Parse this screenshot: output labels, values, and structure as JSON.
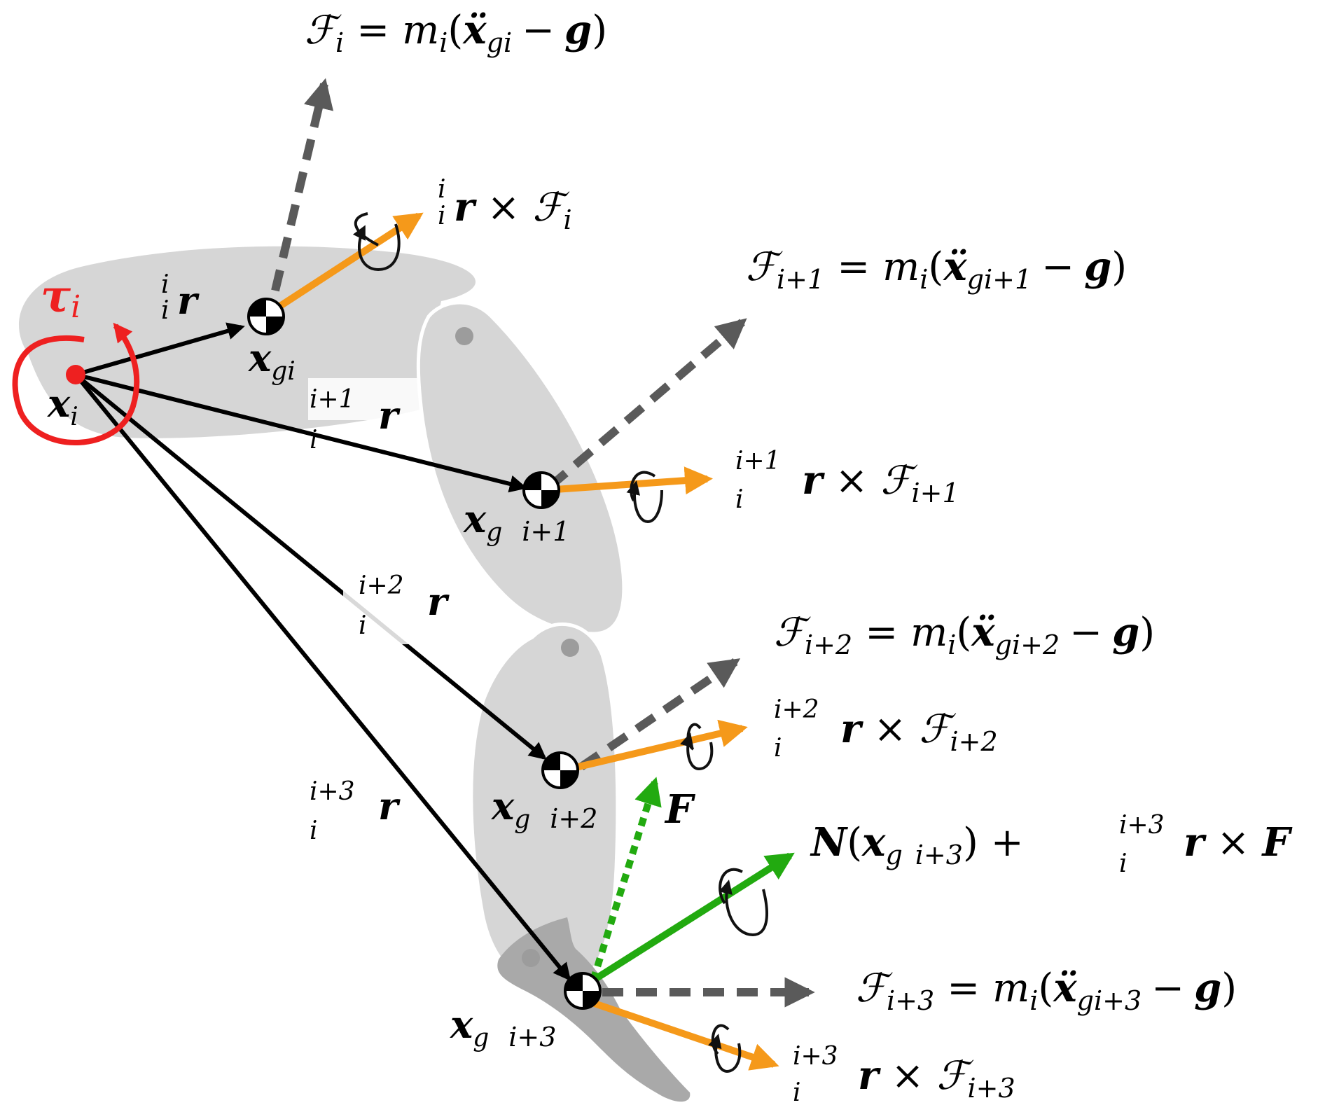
{
  "colors": {
    "segment_fill": "#d6d6d6",
    "segment_dark": "#a9a9a9",
    "pivot": "#9c9c9c",
    "position_vector": "#000000",
    "force_vector": "#5a5a5a",
    "moment_vector": "#f5991a",
    "applied_force": "#22aa10",
    "torque": "#ee2020"
  },
  "torque": {
    "symbol": "τ",
    "sub": "i"
  },
  "origin": {
    "symbol": "x",
    "sub": "i"
  },
  "com": [
    {
      "symbol": "x",
      "sub": "gi"
    },
    {
      "symbol": "x",
      "sub": "g",
      "index": "i+1"
    },
    {
      "symbol": "x",
      "sub": "g",
      "index": "i+2"
    },
    {
      "symbol": "x",
      "sub": "g",
      "index": "i+3"
    }
  ],
  "r": [
    {
      "sup": "i",
      "sub": "i",
      "symbol": "r"
    },
    {
      "sup": "i+1",
      "sub": "i",
      "symbol": "r"
    },
    {
      "sup": "i+2",
      "sub": "i",
      "symbol": "r"
    },
    {
      "sup": "i+3",
      "sub": "i",
      "symbol": "r"
    }
  ],
  "forces": [
    {
      "lhs": "ℱ",
      "lhs_sub": "i",
      "eq": "=",
      "m": "m",
      "m_sub": "i",
      "open": "(",
      "x": "ẍ",
      "x_sub": "gi",
      "minus": "−",
      "g": "g",
      "close": ")"
    },
    {
      "lhs": "ℱ",
      "lhs_sub": "i+1",
      "eq": "=",
      "m": "m",
      "m_sub": "i",
      "open": "(",
      "x": "ẍ",
      "x_sub": "gi+1",
      "minus": "−",
      "g": "g",
      "close": ")"
    },
    {
      "lhs": "ℱ",
      "lhs_sub": "i+2",
      "eq": "=",
      "m": "m",
      "m_sub": "i",
      "open": "(",
      "x": "ẍ",
      "x_sub": "gi+2",
      "minus": "−",
      "g": "g",
      "close": ")"
    },
    {
      "lhs": "ℱ",
      "lhs_sub": "i+3",
      "eq": "=",
      "m": "m",
      "m_sub": "i",
      "open": "(",
      "x": "ẍ",
      "x_sub": "gi+3",
      "minus": "−",
      "g": "g",
      "close": ")"
    }
  ],
  "moments": [
    {
      "sup": "i",
      "sub": "i",
      "r": "r",
      "times": "×",
      "F": "ℱ",
      "F_sub": "i"
    },
    {
      "sup": "i+1",
      "sub": "i",
      "r": "r",
      "times": "×",
      "F": "ℱ",
      "F_sub": "i+1"
    },
    {
      "sup": "i+2",
      "sub": "i",
      "r": "r",
      "times": "×",
      "F": "ℱ",
      "F_sub": "i+2"
    },
    {
      "sup": "i+3",
      "sub": "i",
      "r": "r",
      "times": "×",
      "F": "ℱ",
      "F_sub": "i+3"
    }
  ],
  "applied": {
    "F": "F",
    "N": "N",
    "open": "(",
    "x": "x",
    "x_sub": "g",
    "x_index": "i+3",
    "close": ")",
    "plus": "+",
    "sup": "i+3",
    "sub": "i",
    "r": "r",
    "times": "×",
    "F2": "F"
  }
}
